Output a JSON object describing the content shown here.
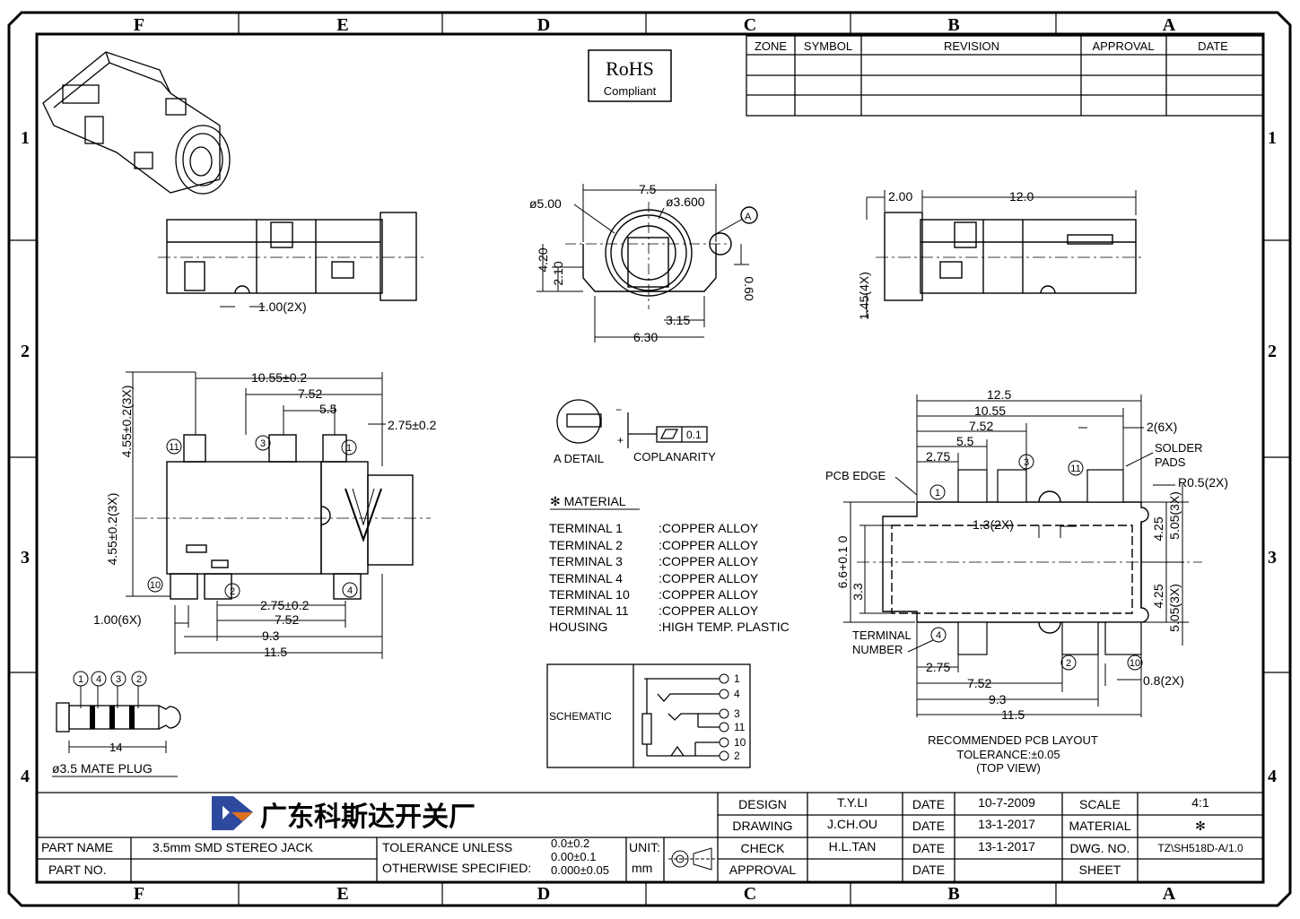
{
  "frame": {
    "zones_top": [
      "F",
      "E",
      "D",
      "C",
      "B",
      "A"
    ],
    "zones_side": [
      "1",
      "2",
      "3",
      "4"
    ]
  },
  "rohs": {
    "line1": "RoHS",
    "line2": "Compliant"
  },
  "revision_table": {
    "headers": [
      "ZONE",
      "SYMBOL",
      "REVISION",
      "APPROVAL",
      "DATE"
    ]
  },
  "front_view": {
    "dims": [
      "7.5",
      "ø5.00",
      "ø3.600",
      "A",
      "4.20",
      "2.10",
      "0.60",
      "3.15",
      "6.30"
    ]
  },
  "left_side_view": {
    "dims": [
      "1.00(2X)"
    ]
  },
  "right_side_view": {
    "dims": [
      "2.00",
      "12.0",
      "1.45(4X)"
    ]
  },
  "top_view": {
    "dims": [
      "10.55±0.2",
      "7.52",
      "5.5",
      "2.75±0.2",
      "4.55±0.2(3X)",
      "4.55±0.2(3X)",
      "1.00(6X)",
      "2.75±0.2",
      "7.52",
      "9.3",
      "11.5"
    ],
    "pins": [
      "11",
      "3",
      "1",
      "10",
      "2",
      "4"
    ]
  },
  "detail": {
    "a_label": "A DETAIL",
    "coplanarity_label": "COPLANARITY",
    "tolerance": "0.1"
  },
  "material": {
    "title": "✻ MATERIAL",
    "rows": [
      {
        "part": "TERMINAL  1",
        "value": ":COPPER  ALLOY"
      },
      {
        "part": "TERMINAL  2",
        "value": ":COPPER  ALLOY"
      },
      {
        "part": "TERMINAL  3",
        "value": ":COPPER  ALLOY"
      },
      {
        "part": "TERMINAL  4",
        "value": ":COPPER  ALLOY"
      },
      {
        "part": "TERMINAL  10",
        "value": ":COPPER  ALLOY"
      },
      {
        "part": "TERMINAL  11",
        "value": ":COPPER  ALLOY"
      },
      {
        "part": "HOUSING",
        "value": ":HIGH  TEMP.  PLASTIC"
      }
    ]
  },
  "schematic": {
    "label": "SCHEMATIC",
    "pins": [
      "1",
      "4",
      "3",
      "11",
      "10",
      "2"
    ]
  },
  "plug": {
    "pins": [
      "1",
      "4",
      "3",
      "2"
    ],
    "length": "14",
    "caption": "ø3.5 MATE PLUG"
  },
  "pcb_layout": {
    "dims_top": [
      "12.5",
      "10.55",
      "7.52",
      "5.5",
      "2.75",
      "2(6X)"
    ],
    "dims_bottom": [
      "2.75",
      "7.52",
      "9.3",
      "11.5",
      "0.8(2X)"
    ],
    "dims_right": [
      "4.25",
      "5.05(3X)",
      "4.25",
      "5.05(3X)",
      "R0.5(2X)"
    ],
    "dims_left": [
      "6.6+0.1 0",
      "3.3"
    ],
    "dim_mid": "1.3(2X)",
    "labels": {
      "pcb_edge": "PCB EDGE",
      "solder_pads": "SOLDER\nPADS",
      "terminal_number": "TERMINAL\nNUMBER"
    },
    "pins": [
      "1",
      "3",
      "11",
      "4",
      "2",
      "10"
    ],
    "caption": [
      "RECOMMENDED PCB LAYOUT",
      "TOLERANCE:±0.05",
      "(TOP VIEW)"
    ]
  },
  "title_block": {
    "company": "广东科斯达开关厂",
    "part_name_label": "PART NAME",
    "part_name": "3.5mm SMD STEREO JACK",
    "part_no_label": "PART NO.",
    "part_no": "",
    "tolerance_label1": "TOLERANCE UNLESS",
    "tolerance_label2": "OTHERWISE SPECIFIED:",
    "tolerances": [
      "0.0±0.2",
      "0.00±0.1",
      "0.000±0.05"
    ],
    "unit_label": "UNIT:",
    "unit_value": "mm",
    "rows": [
      {
        "role": "DESIGN",
        "name": "T.Y.LI",
        "date_label": "DATE",
        "date": "10-7-2009",
        "key": "SCALE",
        "value": "4:1"
      },
      {
        "role": "DRAWING",
        "name": "J.CH.OU",
        "date_label": "DATE",
        "date": "13-1-2017",
        "key": "MATERIAL",
        "value": "✻"
      },
      {
        "role": "CHECK",
        "name": "H.L.TAN",
        "date_label": "DATE",
        "date": "13-1-2017",
        "key": "DWG. NO.",
        "value": "TZ\\SH518D-A/1.0"
      },
      {
        "role": "APPROVAL",
        "name": "",
        "date_label": "DATE",
        "date": "",
        "key": "SHEET",
        "value": ""
      }
    ]
  }
}
